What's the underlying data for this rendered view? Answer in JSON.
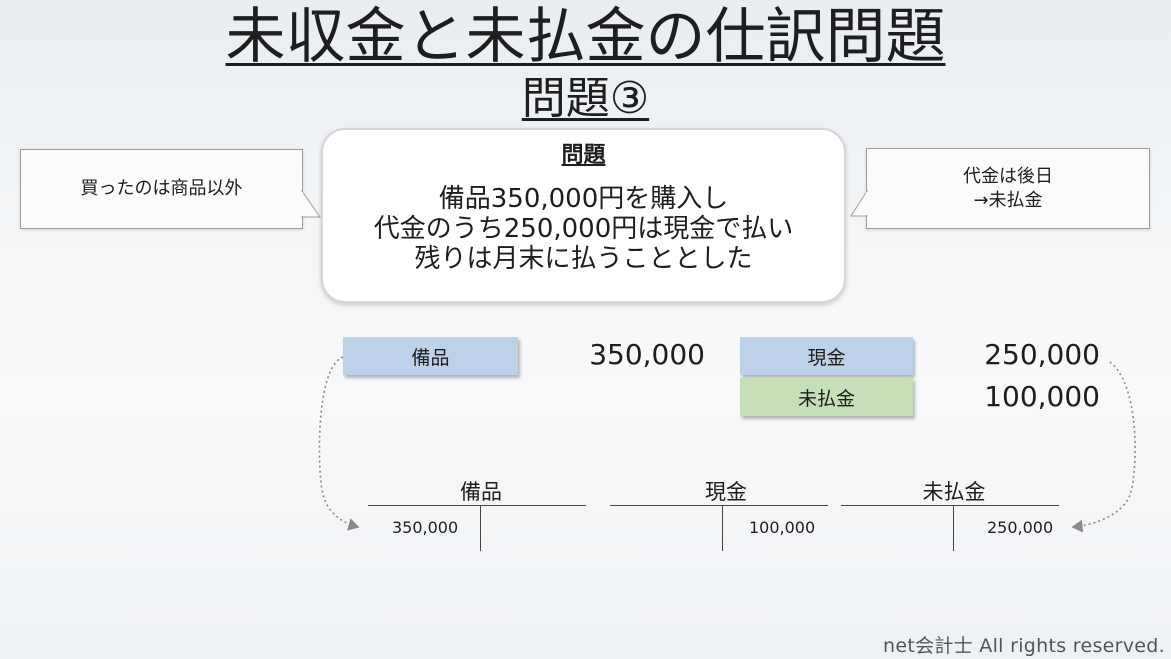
{
  "title": "未収金と未払金の仕訳問題",
  "subtitle": "問題③",
  "problem": {
    "heading": "問題",
    "text": "備品350,000円を購入し\n代金のうち250,000円は現金で払い\n残りは月末に払うこととした"
  },
  "left_callout": "買ったのは商品以外",
  "right_callout": "代金は後日\n→未払金",
  "journal": {
    "debit_account": "備品",
    "debit_amount": "350,000",
    "credit_account_1": "現金",
    "credit_amount_1": "250,000",
    "credit_account_2": "未払金",
    "credit_amount_2": "100,000"
  },
  "t_accounts": {
    "equipment": {
      "title": "備品",
      "debit": "350,000"
    },
    "cash": {
      "title": "現金",
      "credit": "100,000"
    },
    "payable": {
      "title": "未払金",
      "credit": "250,000"
    }
  },
  "footer": "net会計士 All rights reserved.",
  "colors": {
    "debit_box": "#bdd2e8",
    "credit_box_cash": "#bdd2e8",
    "credit_box_payable": "#c5dfb8"
  }
}
